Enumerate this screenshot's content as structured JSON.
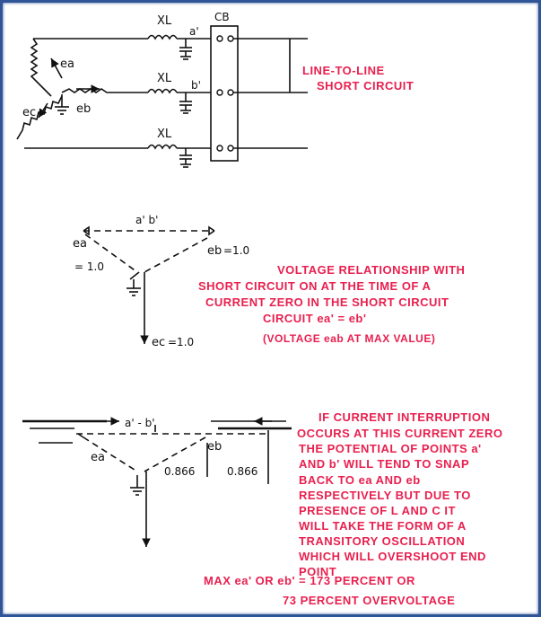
{
  "diagram1": {
    "xl_a": "XL",
    "xl_b": "XL",
    "xl_c": "XL",
    "cb": "CB",
    "node_a": "a'",
    "node_b": "b'",
    "ea": "ea",
    "eb": "eb",
    "ec": "ec",
    "note_line1": "LINE-TO-LINE",
    "note_line2": "SHORT CIRCUIT"
  },
  "diagram2": {
    "top_label": "a' b'",
    "ea": "ea",
    "ea_value": "= 1.0",
    "eb": "eb",
    "eb_value": "=1.0",
    "ec": "ec",
    "ec_value": "=1.0",
    "note": [
      "VOLTAGE RELATIONSHIP WITH",
      "SHORT CIRCUIT ON AT THE TIME OF A",
      "CURRENT ZERO IN THE SHORT CIRCUIT",
      "CIRCUIT ea' = eb'",
      "(VOLTAGE eab AT MAX VALUE)"
    ]
  },
  "diagram3": {
    "top_label": "a' - b'",
    "ea": "ea",
    "eb": "eb",
    "val_left": "0.866",
    "val_right": "0.866",
    "note": [
      "IF CURRENT INTERRUPTION",
      "OCCURS AT THIS CURRENT ZERO",
      "THE POTENTIAL OF POINTS a'",
      "AND b' WILL TEND TO SNAP",
      "BACK TO ea AND eb",
      "RESPECTIVELY BUT DUE TO",
      "PRESENCE OF L AND C IT",
      "WILL TAKE THE FORM OF A",
      "TRANSITORY OSCILLATION",
      "WHICH WILL OVERSHOOT END",
      "POINT"
    ],
    "max_line": "MAX ea' OR eb' = 173 PERCENT OR",
    "overvoltage_line": "73 PERCENT OVERVOLTAGE"
  },
  "colors": {
    "annotation": "#e8204f",
    "border": "#2f5597",
    "ink": "#111111"
  }
}
